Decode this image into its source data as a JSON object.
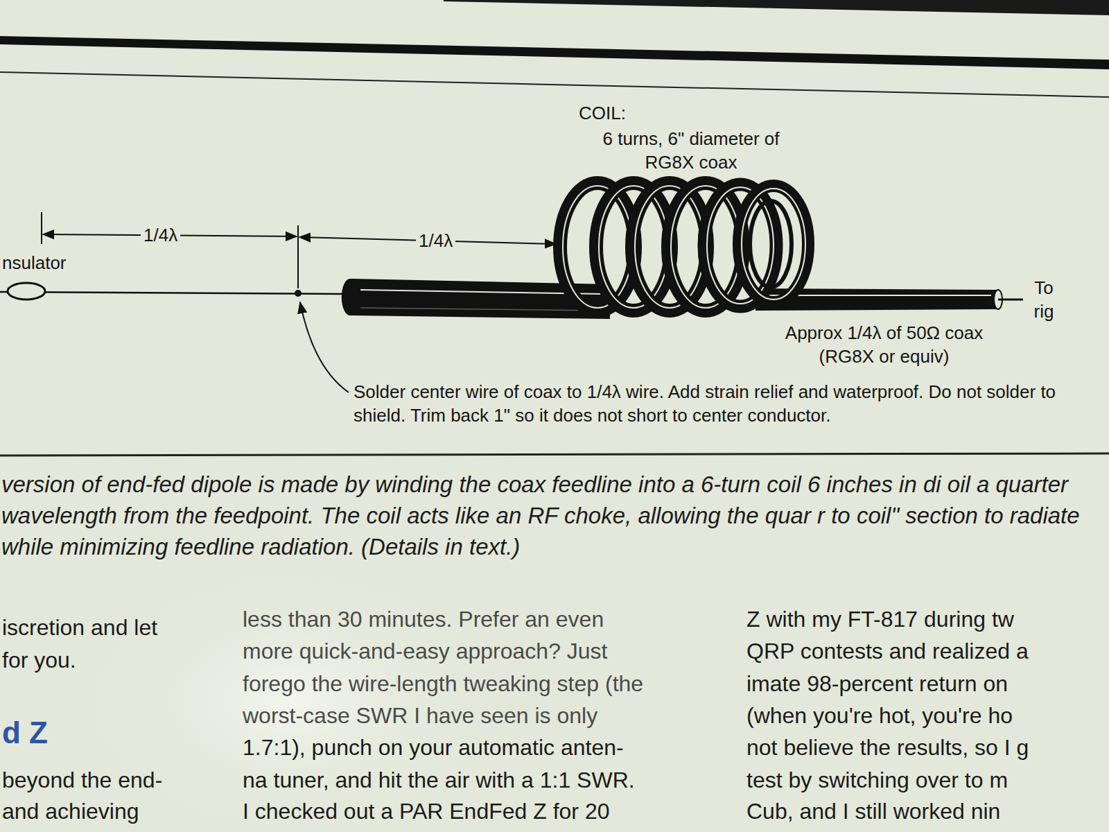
{
  "diagram": {
    "caption": "version of end-fed dipole is made by winding the coax feedline into a 6-turn coil 6 inches in di oil a quarter wavelength from the feedpoint. The coil acts like an RF choke, allowing the quar r to coil\" section to radiate while minimizing feedline radiation. (Details in text.)",
    "labels": [
      "COIL:",
      "6 turns, 6\" diameter of RG8X coax",
      "1/4λ",
      "1/4λ",
      "nsulator",
      "To rig",
      "Approx 1/4λ of 50Ω coax (RG8X or equiv)",
      "Solder center wire of coax to 1/4λ wire. Add strain relief and waterproof. Do not solder to shield. Trim back 1\" so it does not short to center conductor.",
      "iscretion and let",
      "for you.",
      "d Z",
      "beyond the end-",
      "and achieving",
      "less than 30 minutes. Prefer an even",
      "more quick-and-easy approach? Just",
      "forego the wire-length tweaking step (the",
      "worst-case SWR I have seen is only",
      "1.7:1), punch on your automatic anten-",
      "na tuner, and hit the air with a 1:1 SWR.",
      "I checked out a PAR EndFed Z for 20",
      "Z with my FT-817 during tw",
      "QRP contests and realized a",
      "imate 98-percent return on",
      "(when you're hot, you're ho",
      "not believe the results, so I g",
      "test by switching over to m",
      "Cub, and I still worked nin"
    ]
  }
}
